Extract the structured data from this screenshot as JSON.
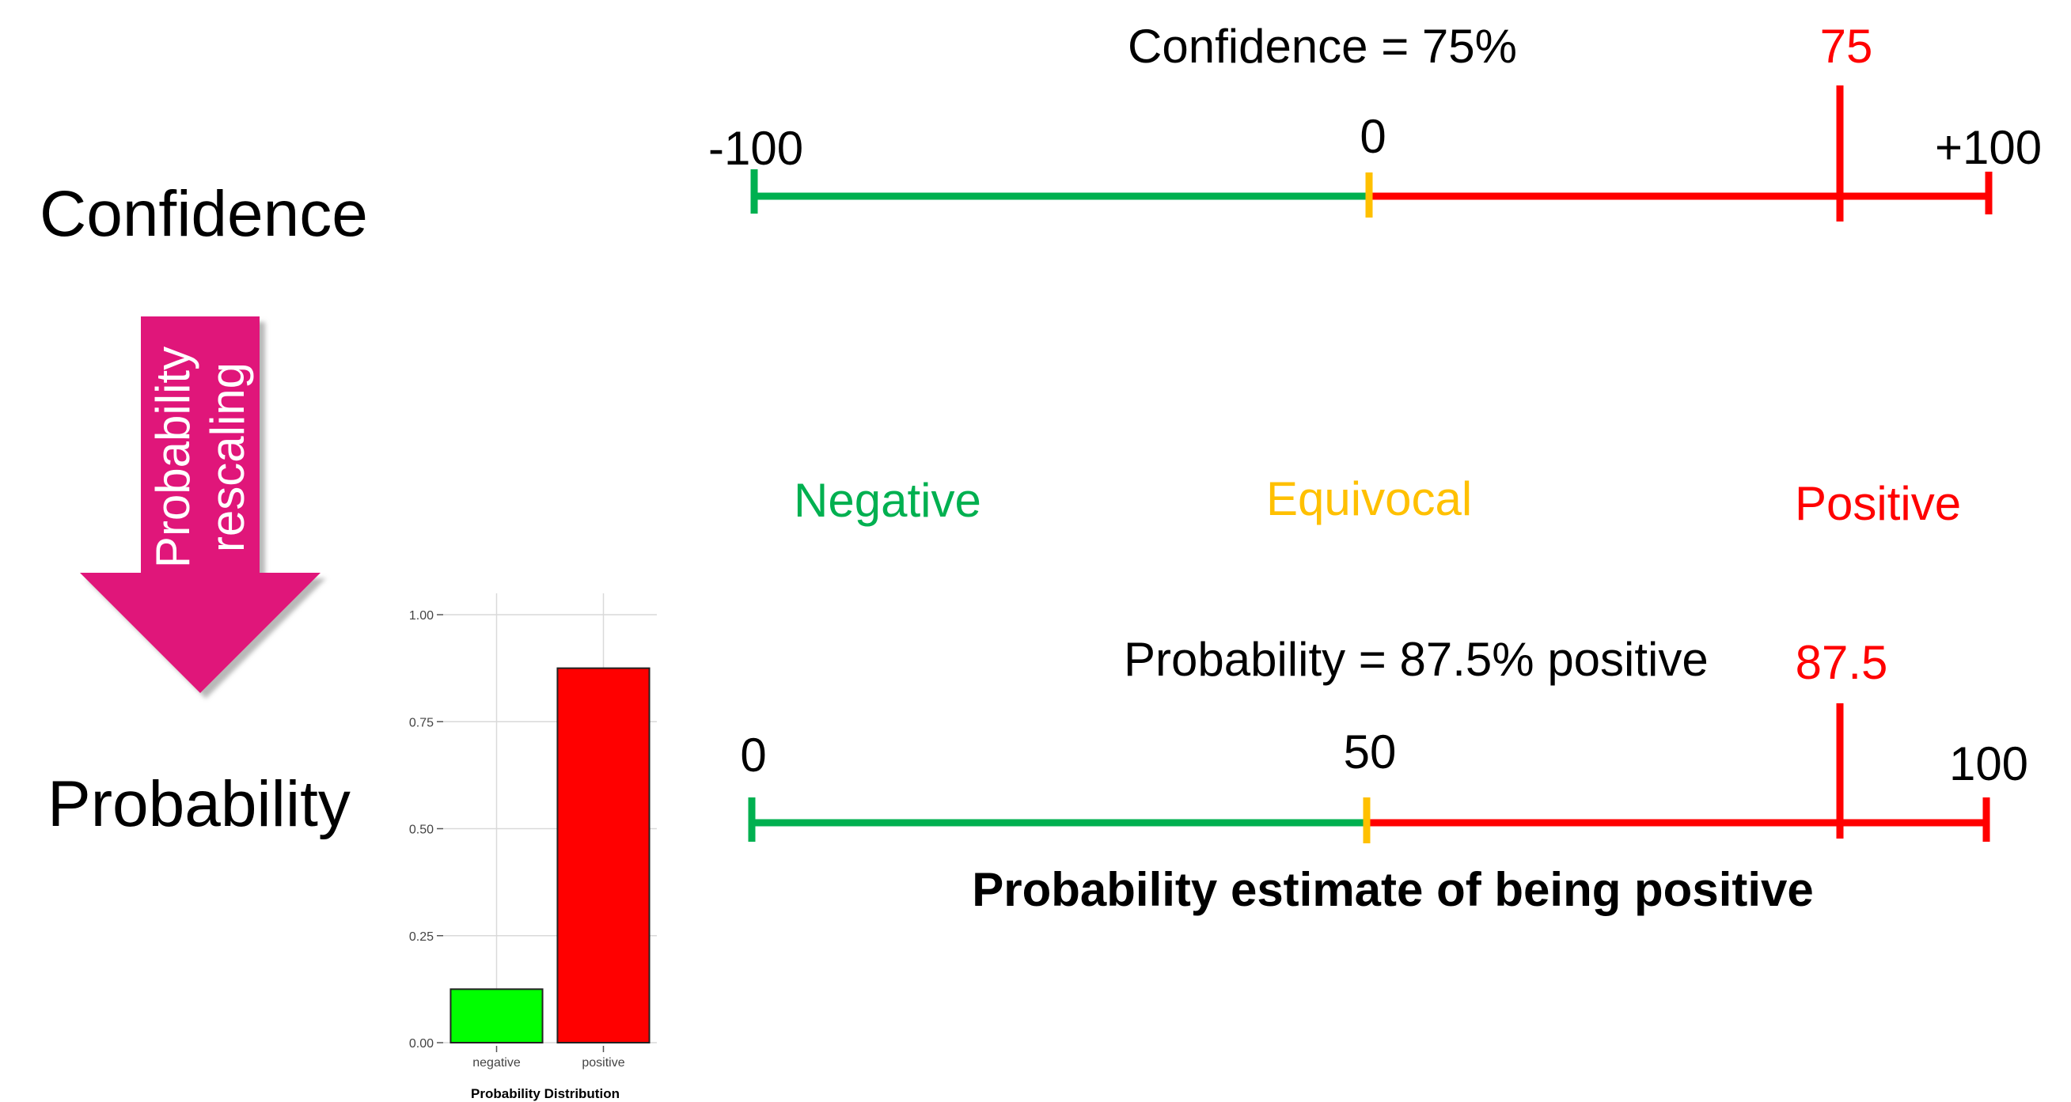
{
  "left_labels": {
    "confidence": "Confidence",
    "probability": "Probability",
    "arrow_text_line1": "Probability",
    "arrow_text_line2": "rescaling"
  },
  "confidence_scale": {
    "title": "Confidence = 75%",
    "min_label": "-100",
    "mid_label": "0",
    "max_label": "+100",
    "marker_label": "75",
    "min": -100,
    "mid": 0,
    "max": 100,
    "marker": 75
  },
  "categories": {
    "negative": "Negative",
    "equivocal": "Equivocal",
    "positive": "Positive"
  },
  "probability_scale": {
    "title": "Probability = 87.5% positive",
    "min_label": "0",
    "mid_label": "50",
    "max_label": "100",
    "marker_label": "87.5",
    "caption": "Probability estimate of being positive",
    "min": 0,
    "mid": 50,
    "max": 100,
    "marker": 87.5
  },
  "colors": {
    "negative": "#00b050",
    "equivocal": "#ffc000",
    "positive": "#ff0000",
    "arrow": "#e0197a",
    "bar_negative": "#00ff00",
    "bar_positive": "#ff0000"
  },
  "chart_data": {
    "type": "bar",
    "categories": [
      "negative",
      "positive"
    ],
    "values": [
      0.125,
      0.875
    ],
    "xlabel": "Probability Distribution",
    "ylabel": "",
    "ylim": [
      0,
      1.05
    ],
    "yticks": [
      "0.00",
      "0.25",
      "0.50",
      "0.75",
      "1.00"
    ],
    "grid": true
  }
}
